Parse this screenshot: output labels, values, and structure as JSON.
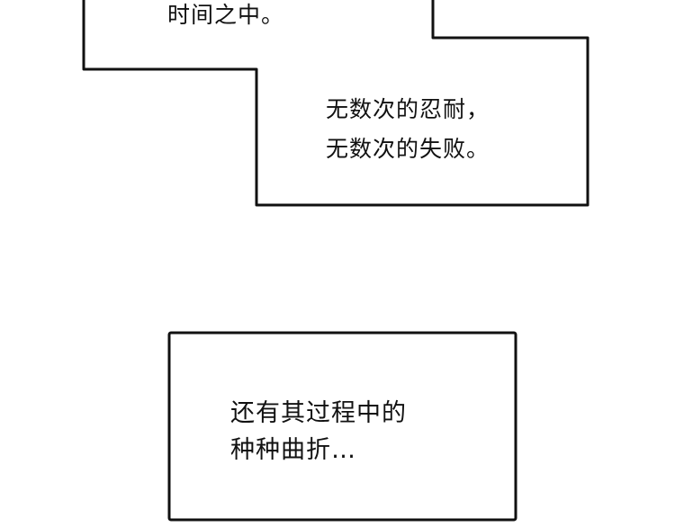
{
  "panels": [
    {
      "lines": [
        "时间之中。"
      ]
    },
    {
      "lines": [
        "无数次的忍耐，",
        "无数次的失败。"
      ]
    },
    {
      "lines": [
        "还有其过程中的",
        "种种曲折…"
      ]
    }
  ]
}
